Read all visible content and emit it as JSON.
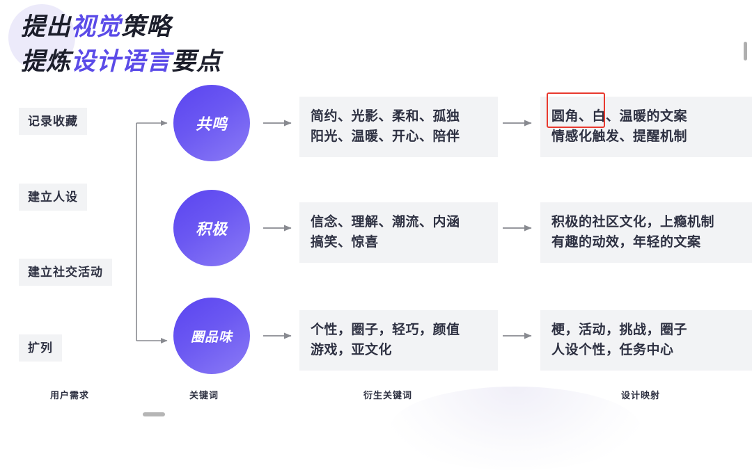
{
  "title": {
    "line1_pre": "提出",
    "line1_accent": "视觉",
    "line1_post": "策略",
    "line2_pre": "提炼",
    "line2_accent": "设计语言",
    "line2_post": "要点"
  },
  "colors": {
    "accent_purple": "#5B4BE8",
    "circle_gradient_start": "#5A44F0",
    "circle_gradient_end": "#8B7BF5",
    "panel_bg": "#F2F3F5",
    "text_dark": "#2E3142",
    "arrow_gray": "#888A90",
    "highlight_red": "#E8392E"
  },
  "needs": [
    {
      "label": "记录收藏"
    },
    {
      "label": "建立人设"
    },
    {
      "label": "建立社交活动"
    },
    {
      "label": "扩列"
    }
  ],
  "rows": [
    {
      "keyword": "共鸣",
      "derived": "简约、光影、柔和、孤独\n阳光、温暖、开心、陪伴",
      "mapping": "圆角、白、温暖的文案\n情感化触发、提醒机制",
      "highlighted_term": "圆角"
    },
    {
      "keyword": "积极",
      "derived": "信念、理解、潮流、内涵\n搞笑、惊喜",
      "mapping": "积极的社区文化，上瘾机制\n有趣的动效，年轻的文案",
      "highlighted_term": ""
    },
    {
      "keyword": "圈品味",
      "derived": "个性，圈子，轻巧，颜值\n游戏，亚文化",
      "mapping": "梗，活动，挑战，圈子\n人设个性，任务中心",
      "highlighted_term": ""
    }
  ],
  "column_captions": [
    {
      "label": "用户需求"
    },
    {
      "label": "关键词"
    },
    {
      "label": "衍生关键词"
    },
    {
      "label": "设计映射"
    }
  ]
}
